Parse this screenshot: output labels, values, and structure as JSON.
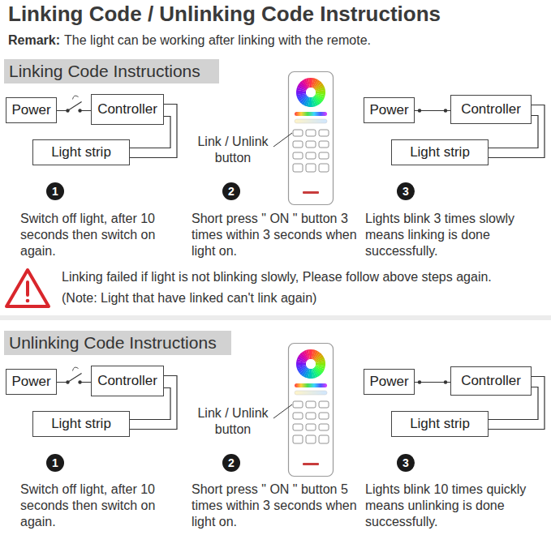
{
  "diagram": {
    "title": "Linking Code / Unlinking Code Instructions",
    "nodes": [
      {
        "text": [
          "Linking Code Instructions"
        ]
      },
      {
        "text": [
          "Power"
        ]
      },
      {
        "text": [
          "Controller"
        ]
      },
      {
        "text": [
          "Light strip"
        ]
      },
      {
        "text": [
          "Power"
        ]
      },
      {
        "text": [
          "Controller"
        ]
      },
      {
        "text": [
          "Light strip"
        ]
      },
      {
        "text": [
          "1"
        ]
      },
      {
        "text": [
          "2"
        ]
      },
      {
        "text": [
          "3"
        ]
      },
      {
        "text": [
          "Unlinking Code Instructions"
        ]
      },
      {
        "text": [
          "Power"
        ]
      },
      {
        "text": [
          "Controller"
        ]
      },
      {
        "text": [
          "Light strip"
        ]
      },
      {
        "text": [
          "Power"
        ]
      },
      {
        "text": [
          "Controller"
        ]
      },
      {
        "text": [
          "Light strip"
        ]
      },
      {
        "text": [
          "1"
        ]
      },
      {
        "text": [
          "2"
        ]
      },
      {
        "text": [
          "3"
        ]
      }
    ],
    "edges": [
      {
        "from": 1,
        "to": 2,
        "arrow": "none"
      },
      {
        "from": 2,
        "to": 3,
        "arrow": "none"
      },
      {
        "from": 4,
        "to": 5,
        "arrow": "none"
      },
      {
        "from": 5,
        "to": 6,
        "arrow": "none"
      },
      {
        "from": 11,
        "to": 12,
        "arrow": "none"
      },
      {
        "from": 12,
        "to": 13,
        "arrow": "none"
      },
      {
        "from": 14,
        "to": 15,
        "arrow": "none"
      },
      {
        "from": 15,
        "to": 16,
        "arrow": "none"
      }
    ],
    "labels": [
      "Remark:",
      "The light can be working after linking with the remote.",
      "Link / Unlink button",
      "Switch off light, after 10 seconds then switch on again.",
      "Short press \" ON \" button 3 times within 3 seconds when light on.",
      "Lights blink 3 times slowly means linking is done successfully.",
      "Linking failed if light is not blinking slowly, Please follow above steps again.",
      "(Note: Light that have linked can't link again)",
      "Link / Unlink button",
      "Switch off light, after 10 seconds then switch on again.",
      "Short press \" ON \" button 5 times within 3 seconds when light on.",
      "Lights blink 10 times quickly means unlinking is done successfully."
    ]
  }
}
